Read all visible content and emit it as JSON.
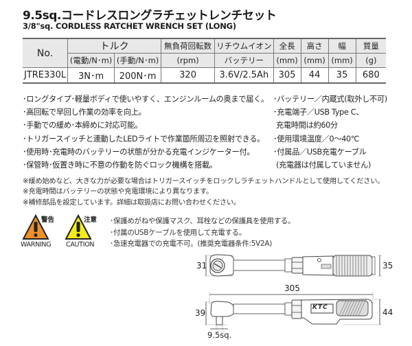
{
  "title": {
    "jp": "9.5sq.コードレスロングラチェットレンチセット",
    "en": "3/8\"sq. CORDLESS RATCHET WRENCH SET (LONG)"
  },
  "spec_table": {
    "headers": {
      "no": "No.",
      "torque": "トルク",
      "torque_electric": "(電動/N･m)",
      "torque_manual": "(手動/N･m)",
      "no_load_speed": "無負荷回転数",
      "no_load_speed_unit": "(rpm)",
      "battery": "リチウムイオン",
      "battery_sub": "バッテリー",
      "length": "全長",
      "length_unit": "(mm)",
      "height": "高さ",
      "height_unit": "(mm)",
      "width": "幅",
      "width_unit": "(mm)",
      "weight": "質量",
      "weight_unit": "(g)"
    },
    "rows": [
      {
        "no": "JTRE330L",
        "torque_electric": "3N･m",
        "torque_manual": "200N･m",
        "no_load_speed": "320",
        "battery": "3.6V/2.5Ah",
        "length": "305",
        "height": "44",
        "width": "35",
        "weight": "680"
      }
    ]
  },
  "features_left": [
    "･ロングタイプ･軽量ボディで使いやすく、エンジンルームの奥まで届く。",
    "･高回転で早回し作業の効率を向上。",
    "･手動での緩め･本締めに対応可能。",
    "･トリガースイッチと連動したLEDライトで作業箇所周辺を照射できる。",
    "･使用時･充電時のバッテリーの状態が分かる充電インジケーター付。",
    "･保管時･仮置き時に不意の作動を防ぐロック機構を搭載。"
  ],
  "features_right": [
    "･バッテリー／内蔵式(取外し不可)",
    "･充電端子／USB Type C、",
    "  充電時間は約60分",
    "･使用環境温度／0～40℃",
    "･付属品／USB充電ケーブル",
    "  (充電器は付属していません)"
  ],
  "notes": [
    "※緩め始めなど、大きな力が必要な場合はトリガースイッチをロックしラチェットハンドルとして使用してください。",
    "※充電時間はバッテリーの状態や充電環境により異なります。",
    "※補修部品を設定しています。詳細は取扱店にお問い合わせください。"
  ],
  "warnings": {
    "warning_jp": "警告",
    "warning_en": "WARNING",
    "caution_jp": "注意",
    "caution_en": "CAUTION",
    "warning_color": "#f0902a",
    "caution_color": "#f2ec1a"
  },
  "cautions": [
    "･保護めがねや保護マスク、耳栓などの保護具を使用する。",
    "･付属のUSBケーブルを使用して充電する。",
    "･急速充電器での充電不可。(推奨充電器条件:5V2A)"
  ],
  "diagram": {
    "top_view_head_width": "31",
    "top_view_grip_width": "35",
    "overall_length": "305",
    "side_view_head_height": "39",
    "side_view_body_height": "44",
    "drive_size": "9.5sq.",
    "brand_logo": "KTC"
  }
}
